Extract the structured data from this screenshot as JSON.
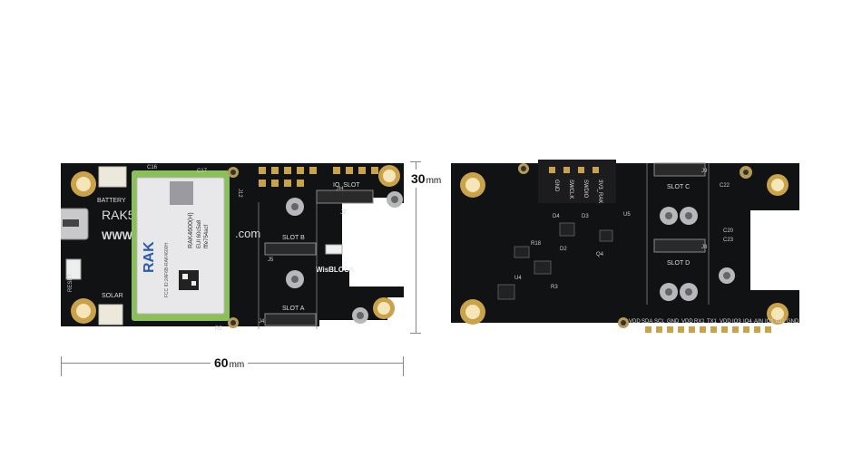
{
  "dimensions": {
    "height_value": "30",
    "height_unit": "mm",
    "width_value": "60",
    "width_unit": "mm"
  },
  "front_board": {
    "brand_text": "RAK5",
    "battery_label": "BATTERY",
    "solar_label": "SOLAR",
    "reset_label": "RESET",
    "web_text": "WWW",
    "web_suffix": ".com",
    "module_brand": "RAK",
    "module_model": "RAK4600(H)",
    "module_eui_label": "EUI 60c5a8",
    "module_eui_value": "fffe754acf",
    "module_fcc": "FCC ID:2AF6B-RAK4600H",
    "slot_a_label": "SLOT A",
    "slot_b_label": "SLOT B",
    "io_slot_label": "IO_SLOT",
    "wisblock_label": "WisBLOCK",
    "j11_label": "J11",
    "j7_label": "J7",
    "j4_label": "J4",
    "j5_label": "J5",
    "j12_label": "J12",
    "c17_label": "C17",
    "c16_label": "C16",
    "r5_label": "R5"
  },
  "back_board": {
    "swd_pins": [
      "GND",
      "SWCLK",
      "SWDIO",
      "3V3_RAK"
    ],
    "slot_c_label": "SLOT C",
    "slot_d_label": "SLOT D",
    "j9_label": "J9",
    "j8_label": "J8",
    "c22_label": "C22",
    "c20_label": "C20",
    "c23_label": "C23",
    "u5_label": "U5",
    "q4_label": "Q4",
    "u4_label": "U4",
    "d4_label": "D4",
    "d3_label": "D3",
    "d2_label": "D2",
    "r18_label": "R18",
    "r3_label": "R3",
    "pin_labels": [
      "VDD",
      "SDA",
      "SCL",
      "GND",
      "VDD",
      "RX1",
      "TX1",
      "VDD",
      "IO3",
      "IO4",
      "AIN",
      "IO1",
      "IO2",
      "GND"
    ]
  }
}
